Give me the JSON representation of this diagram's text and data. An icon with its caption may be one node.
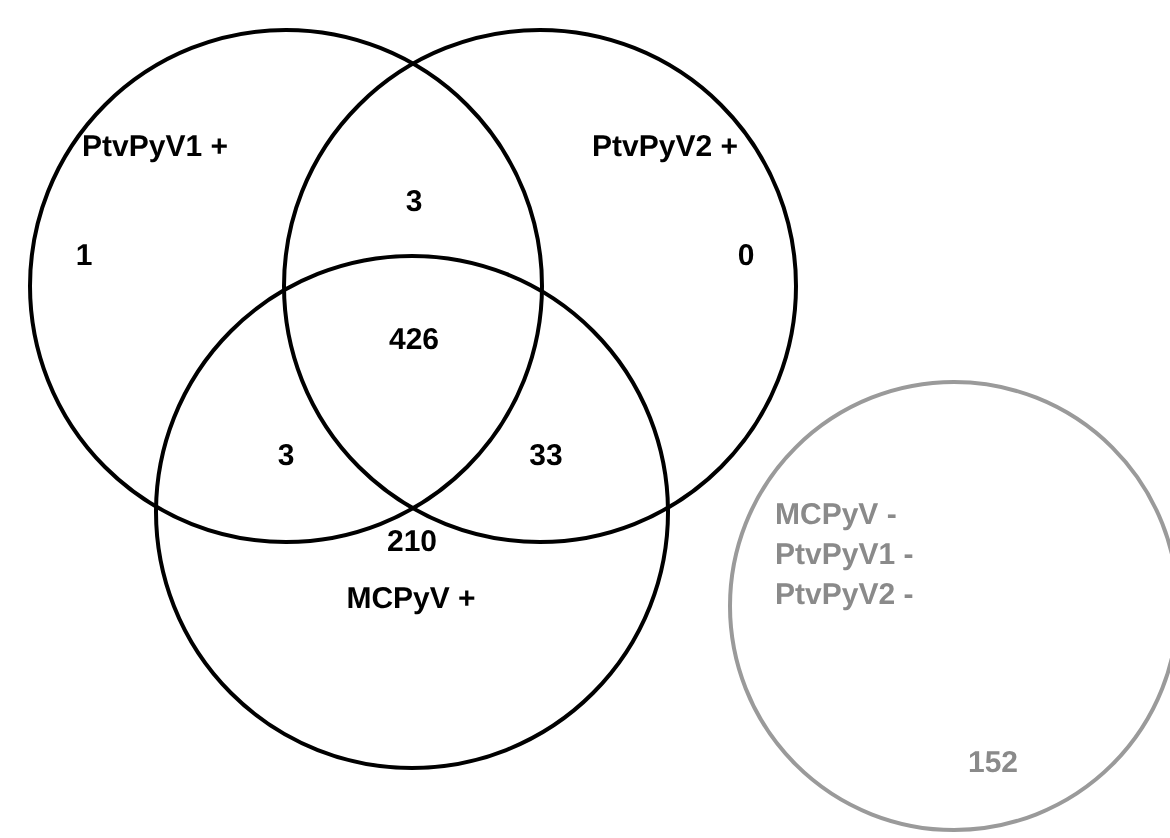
{
  "diagram": {
    "nodes": [
      {
        "text": [
          "PtvPyV1 +"
        ]
      },
      {
        "text": [
          "PtvPyV2 +"
        ]
      },
      {
        "text": [
          "MCPyV +"
        ]
      },
      {
        "text": [
          "MCPyV - PtvPyV1 - PtvPyV2 -",
          "152"
        ]
      }
    ],
    "labels": [
      "3",
      "1",
      "0",
      "426",
      "3",
      "33",
      "210"
    ]
  }
}
